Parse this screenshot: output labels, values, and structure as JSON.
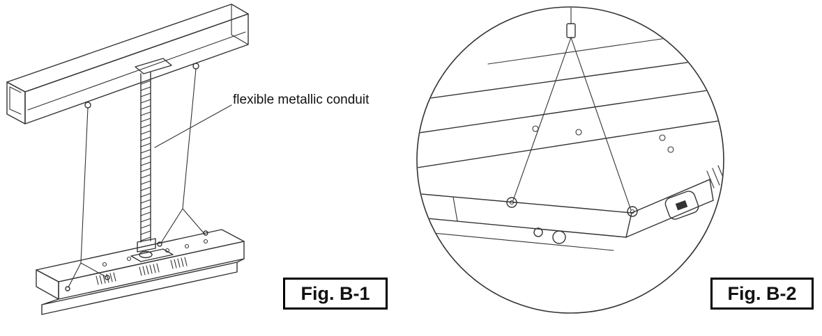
{
  "figures": [
    {
      "caption": "Fig. B-1",
      "annotation": "flexible metallic conduit"
    },
    {
      "caption": "Fig. B-2"
    }
  ],
  "colors": {
    "line": "#333333",
    "text": "#111111",
    "caption_border": "#000000",
    "background": "#ffffff"
  }
}
